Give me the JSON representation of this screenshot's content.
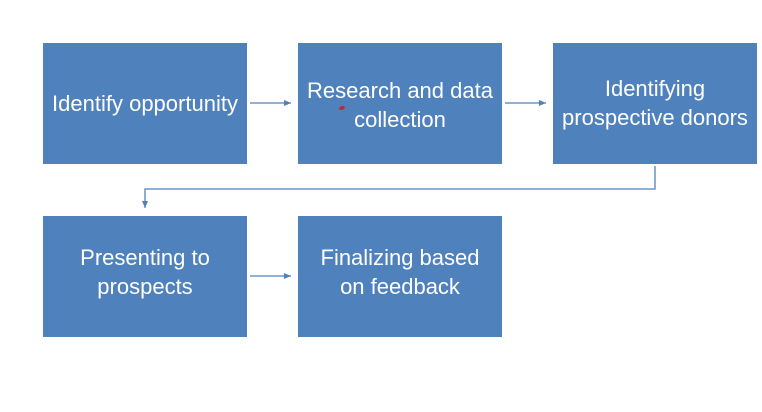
{
  "colors": {
    "box_fill": "#4f81bd",
    "box_text": "#ffffff",
    "connector": "#4f81bd",
    "background": "#ffffff"
  },
  "steps": [
    {
      "label": "Identify opportunity"
    },
    {
      "label": "Research and data collection"
    },
    {
      "label": "Identifying prospective donors"
    },
    {
      "label": "Presenting to prospects"
    },
    {
      "label": "Finalizing based on feedback"
    }
  ]
}
